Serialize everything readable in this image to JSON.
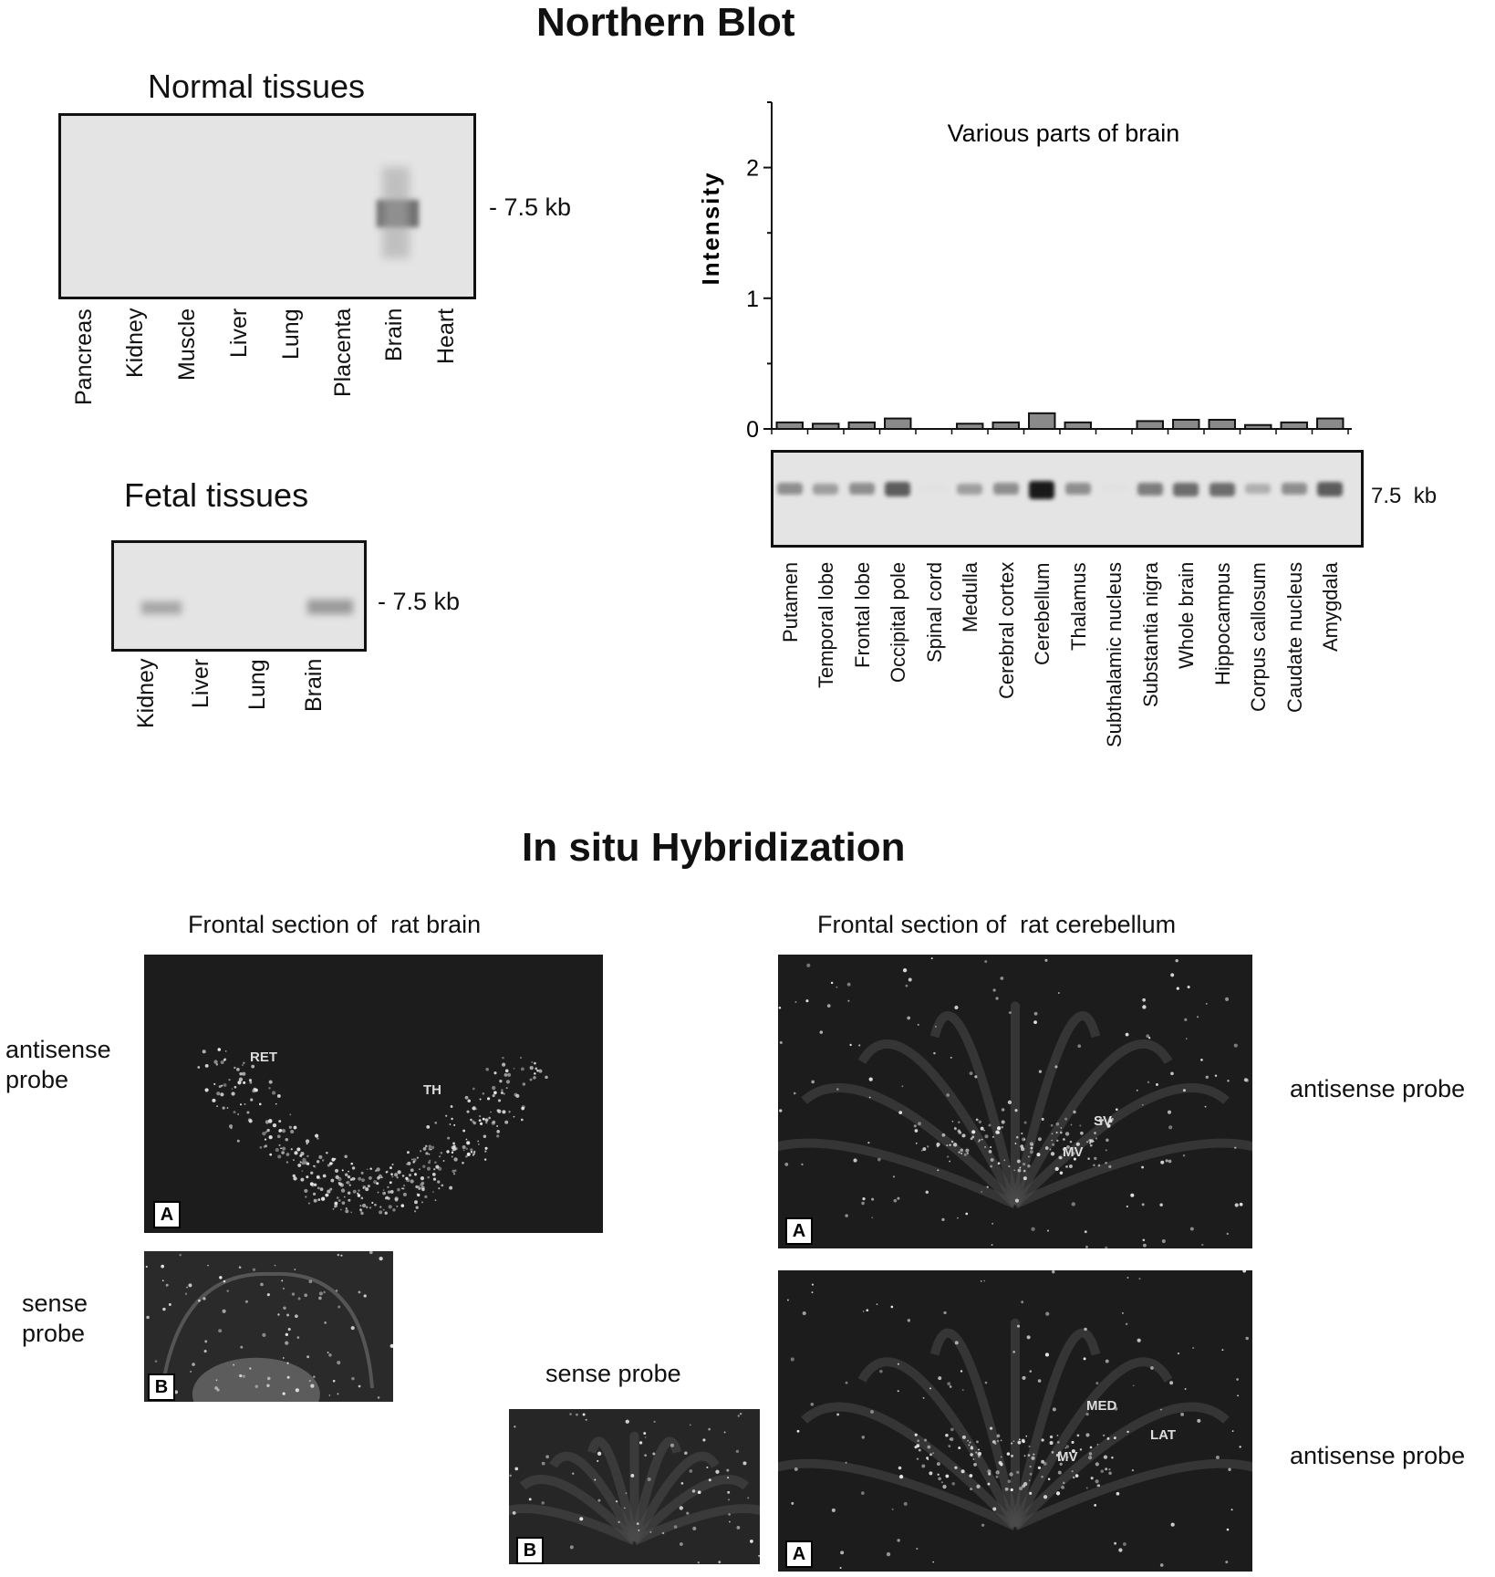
{
  "northern": {
    "title": "Northern Blot",
    "normal": {
      "title": "Normal tissues",
      "marker": "- 7.5 kb",
      "lanes": [
        "Pancreas",
        "Kidney",
        "Muscle",
        "Liver",
        "Lung",
        "Placenta",
        "Brain",
        "Heart"
      ]
    },
    "fetal": {
      "title": "Fetal tissues",
      "marker": "- 7.5 kb",
      "lanes": [
        "Kidney",
        "Liver",
        "Lung",
        "Brain"
      ]
    },
    "brain": {
      "marker": "7.5  kb"
    }
  },
  "chart_data": {
    "type": "bar",
    "title": "Various parts of brain",
    "xlabel": "",
    "ylabel": "Intensity",
    "ylim": [
      0,
      2.5
    ],
    "yticks": [
      0,
      1,
      2
    ],
    "categories": [
      "Putamen",
      "Temporal lobe",
      "Frontal lobe",
      "Occipital pole",
      "Spinal cord",
      "Medulla",
      "Cerebral cortex",
      "Cerebellum",
      "Thalamus",
      "Subthalamic nucleus",
      "Substantia nigra",
      "Whole brain",
      "Hippocampus",
      "Corpus callosum",
      "Caudate nucleus",
      "Amygdala"
    ],
    "values": [
      0.05,
      0.04,
      0.05,
      0.08,
      0.0,
      0.04,
      0.05,
      0.12,
      0.05,
      0.0,
      0.06,
      0.07,
      0.07,
      0.03,
      0.05,
      0.08
    ]
  },
  "insitu": {
    "title": "In situ Hybridization",
    "brain_title": "Frontal section of  rat brain",
    "cerebellum_title": "Frontal section of  rat cerebellum",
    "antisense_left": "antisense\nprobe",
    "sense_left": "sense\nprobe",
    "sense_mid": "sense probe",
    "antisense_right1": "antisense probe",
    "antisense_right2": "antisense probe",
    "panel_a": "A",
    "panel_b": "B",
    "labels": {
      "ret": "RET",
      "th": "TH",
      "sv": "SV",
      "mv": "MV",
      "med": "MED",
      "lat": "LAT"
    }
  }
}
